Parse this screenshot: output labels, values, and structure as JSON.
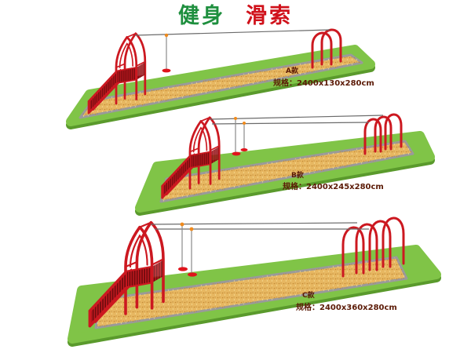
{
  "title": {
    "part1": "健身",
    "part2": "滑索"
  },
  "models": [
    {
      "label": "A款",
      "spec": "规格：2400x130x280cm"
    },
    {
      "label": "B款",
      "spec": "规格：2400x245x280cm"
    },
    {
      "label": "C款",
      "spec": "规格：2400x360x280cm"
    }
  ],
  "colors": {
    "title_green": "#1e8f3e",
    "title_red": "#d0121b",
    "grass": "#80c447",
    "grass_shadow": "#5a9a2c",
    "sand": "#e7b761",
    "curb": "#9a9a9a",
    "frame": "#cc1820",
    "wire": "#6b6b6b",
    "seat": "#e0141c",
    "label_text": "#5b1a06"
  }
}
